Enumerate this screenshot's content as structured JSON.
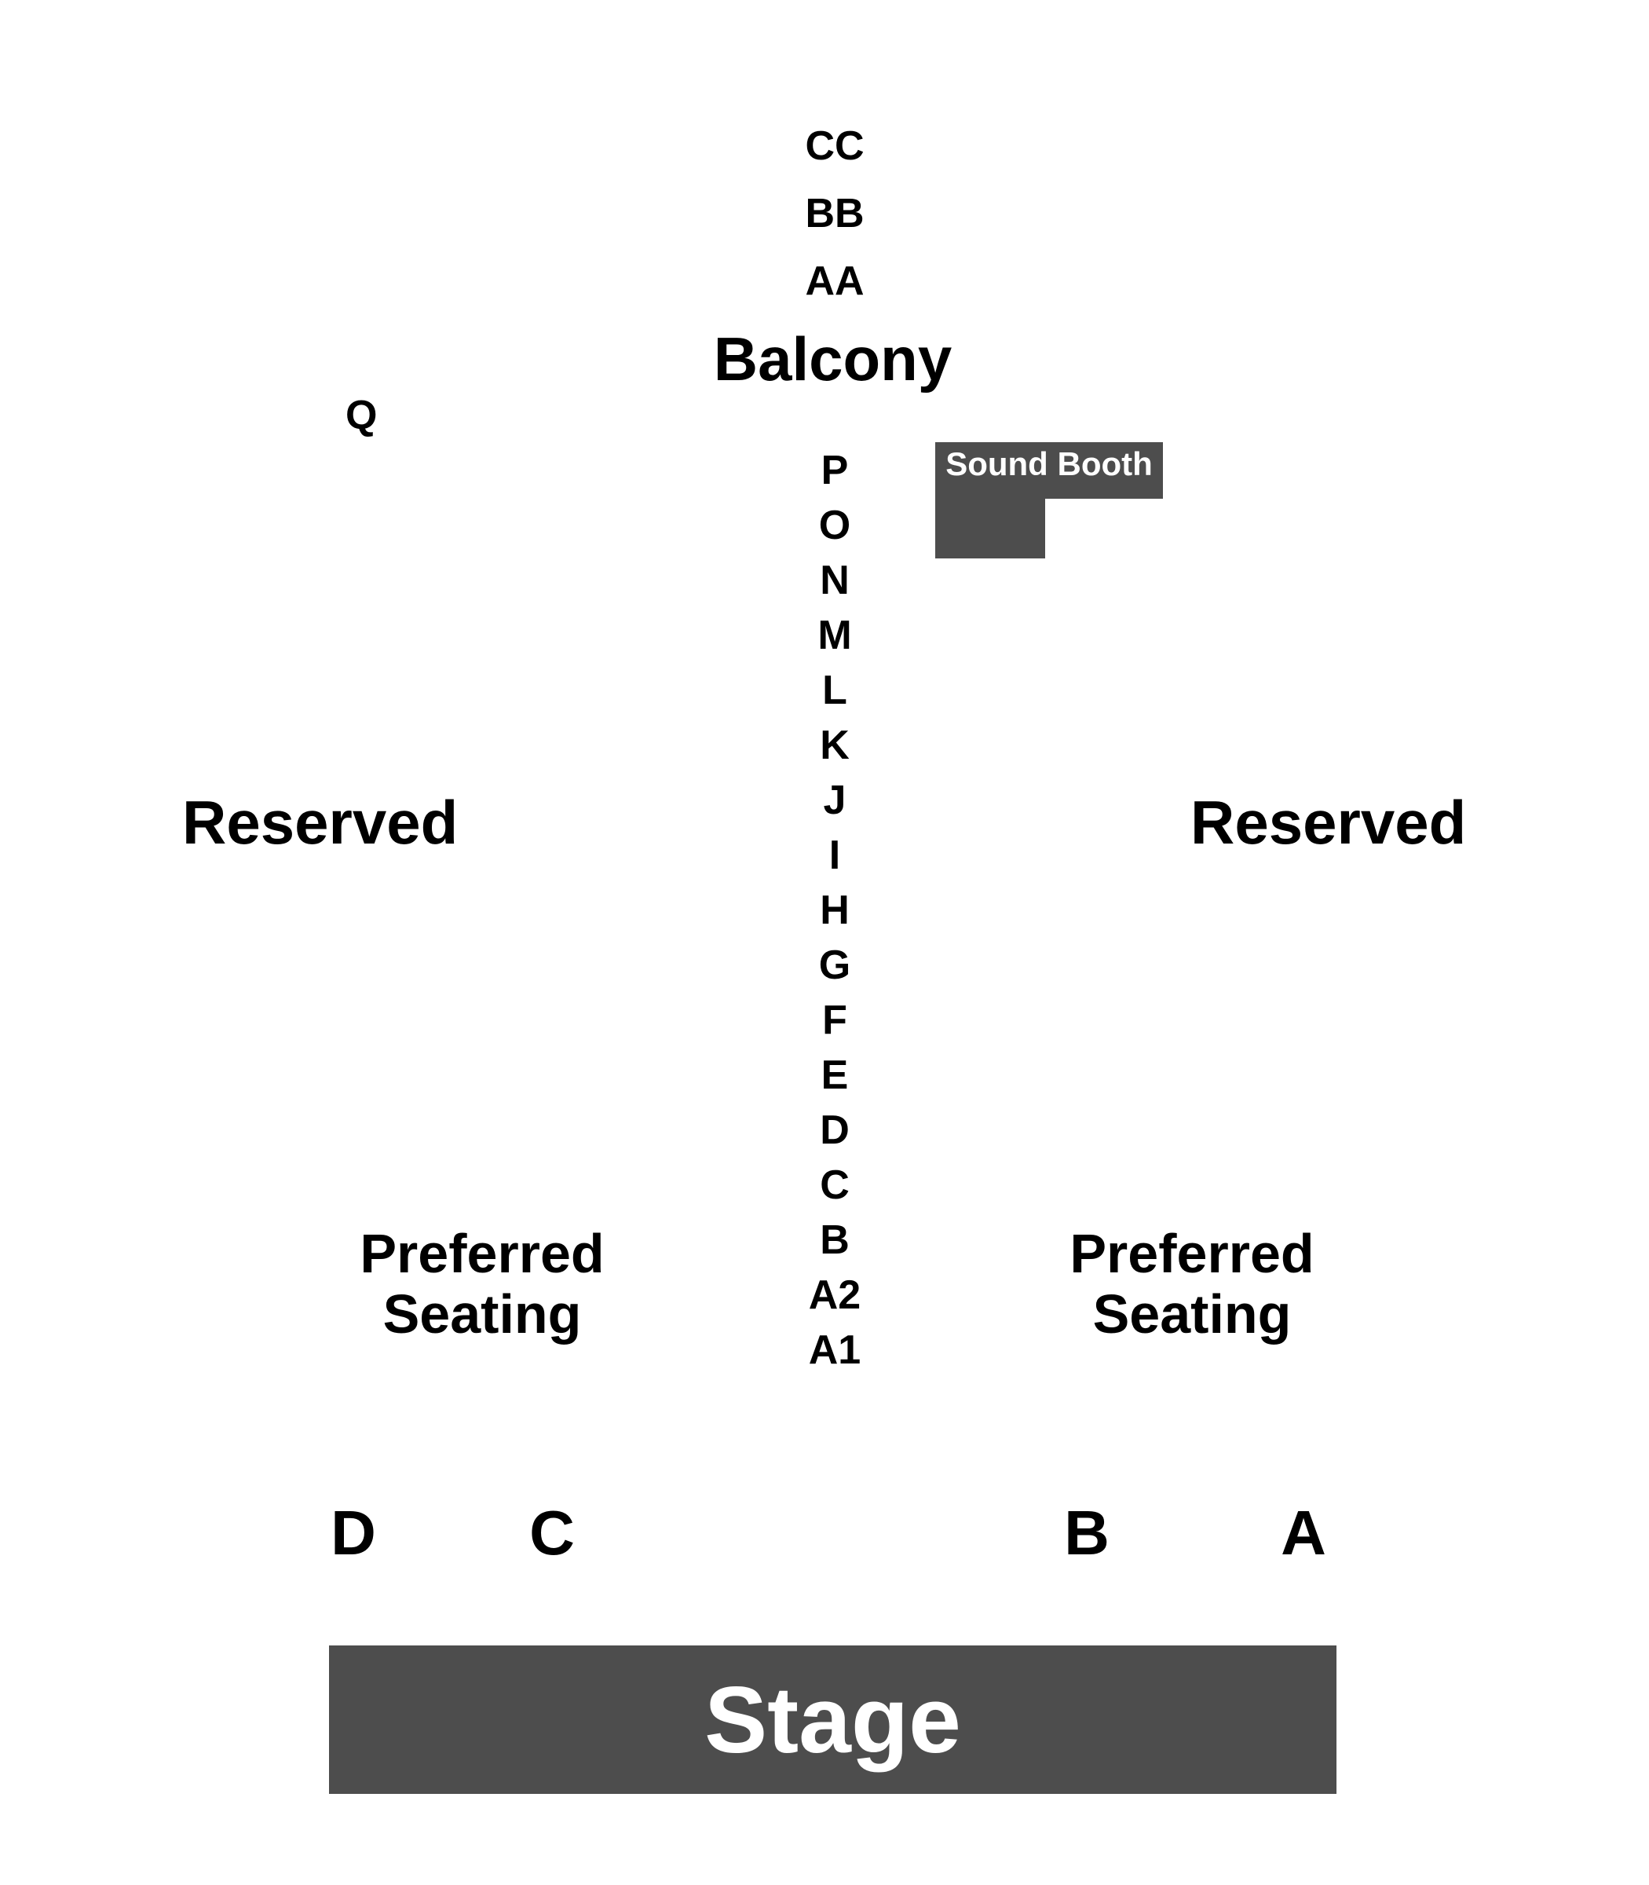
{
  "colors": {
    "background": "#ffffff",
    "block": "#4d4d4d",
    "text": "#000000",
    "block_text": "#ffffff"
  },
  "balcony": {
    "label": "Balcony",
    "rows": [
      "CC",
      "BB",
      "AA"
    ]
  },
  "orchestra": {
    "rows": [
      "P",
      "O",
      "N",
      "M",
      "L",
      "K",
      "J",
      "I",
      "H",
      "G",
      "F",
      "E",
      "D",
      "C",
      "B",
      "A2",
      "A1"
    ],
    "side_row": "Q"
  },
  "sound_booth": {
    "label": "Sound Booth"
  },
  "sections": {
    "reserved_left": "Reserved",
    "reserved_right": "Reserved",
    "preferred_left": [
      "Preferred",
      "Seating"
    ],
    "preferred_right": [
      "Preferred",
      "Seating"
    ],
    "letters": [
      "D",
      "C",
      "B",
      "A"
    ]
  },
  "stage": {
    "label": "Stage"
  }
}
